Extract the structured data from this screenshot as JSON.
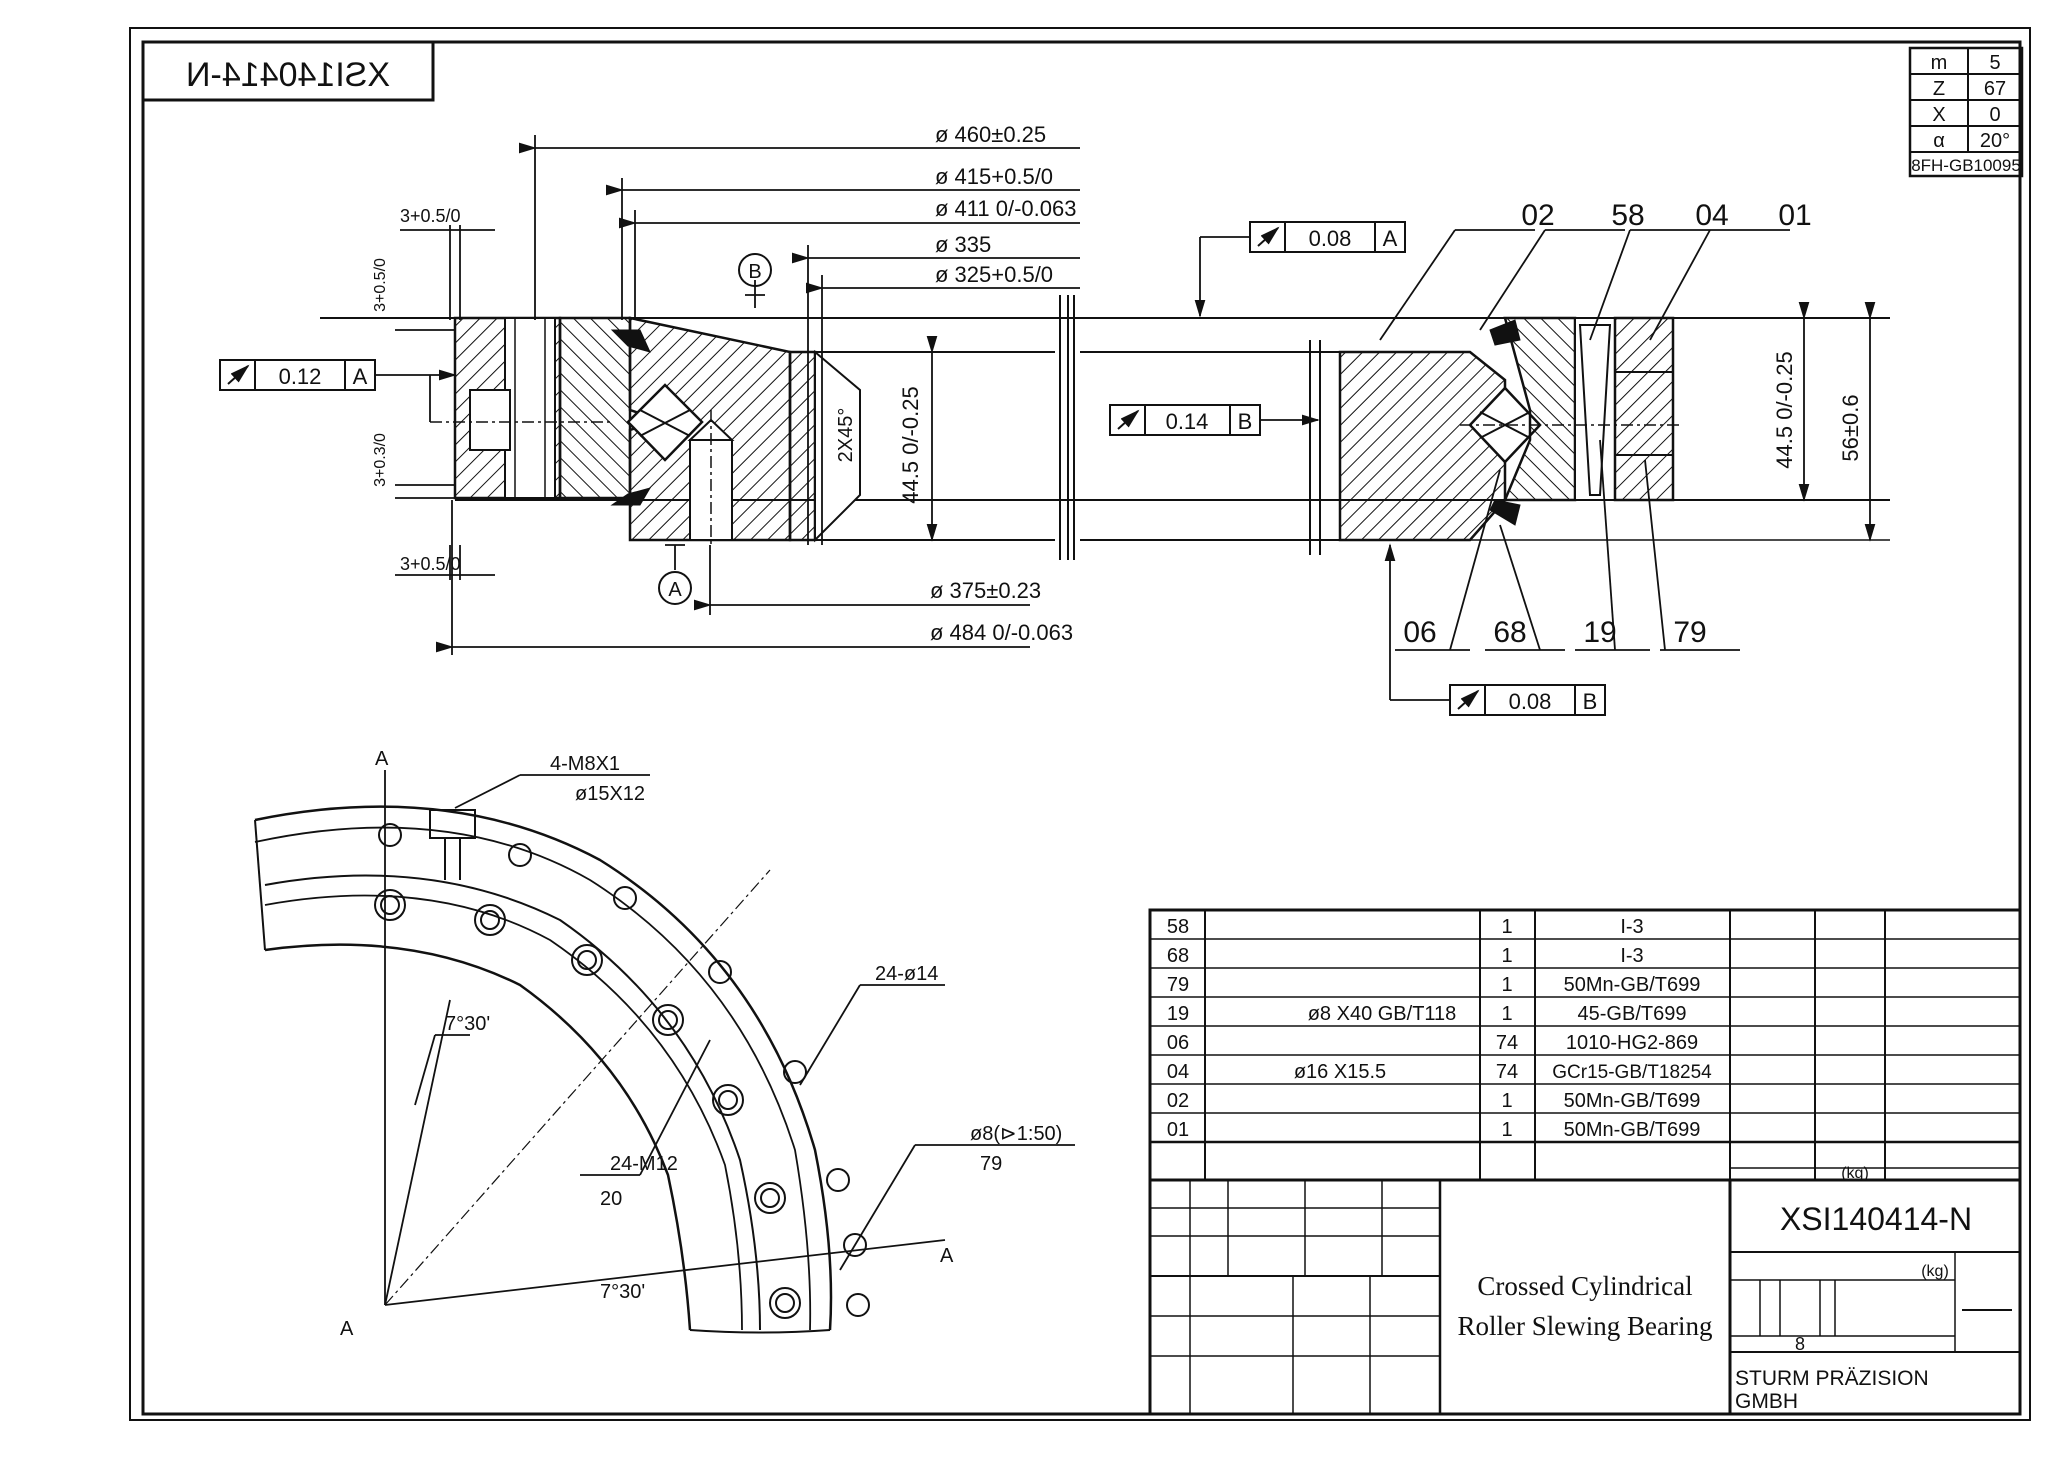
{
  "title_block_top": "XSI140414-N",
  "gear_table": [
    {
      "key": "m",
      "value": "5"
    },
    {
      "key": "Z",
      "value": "67"
    },
    {
      "key": "X",
      "value": "0"
    },
    {
      "key": "α",
      "value": "20°"
    }
  ],
  "gear_standard": "8FH-GB10095",
  "dimensions": {
    "d460": "ø 460±0.25",
    "d415": "ø 415+0.5/0",
    "d411": "ø 411 0/-0.063",
    "d335": "ø 335",
    "d325": "ø 325+0.5/0",
    "d375": "ø 375±0.23",
    "d484": "ø 484 0/-0.063",
    "h445a": "44.5 0/-0.25",
    "h445b": "44.5 0/-0.25",
    "h56": "56±0.6",
    "chamfer": "2X45°",
    "gap_top": "3+0.5/0",
    "gap_left1": "3+0.5/0",
    "gap_left2": "3+0.3/0",
    "gap_bottom": "3+0.5/0"
  },
  "tolerances": {
    "runout_a_left": {
      "value": "0.12",
      "ref": "A"
    },
    "runout_a_top": {
      "value": "0.08",
      "ref": "A"
    },
    "runout_b_mid": {
      "value": "0.14",
      "ref": "B"
    },
    "runout_b_bottom": {
      "value": "0.08",
      "ref": "B"
    }
  },
  "datums": {
    "a": "A",
    "b": "B"
  },
  "part_callouts_top": [
    "02",
    "58",
    "04",
    "01"
  ],
  "part_callouts_bottom": [
    "06",
    "68",
    "19",
    "79"
  ],
  "plan_view": {
    "section_mark": "A",
    "tapped_holes": "4-M8X1",
    "counterbore": "ø15X12",
    "through_holes": "24-ø14",
    "threaded_holes": "24-M12",
    "threaded_depth": "20",
    "pin": "ø8(⊳1:50)",
    "pin_part": "79",
    "angle_1": "7°30'",
    "angle_2": "7°30'"
  },
  "parts_list": [
    {
      "no": "58",
      "desc": "",
      "qty": "1",
      "material": "I-3"
    },
    {
      "no": "68",
      "desc": "",
      "qty": "1",
      "material": "I-3"
    },
    {
      "no": "79",
      "desc": "",
      "qty": "1",
      "material": "50Mn-GB/T699"
    },
    {
      "no": "19",
      "desc": "ø8  X40  GB/T118",
      "qty": "1",
      "material": "45-GB/T699"
    },
    {
      "no": "06",
      "desc": "",
      "qty": "74",
      "material": "1010-HG2-869"
    },
    {
      "no": "04",
      "desc": "ø16  X15.5",
      "qty": "74",
      "material": "GCr15-GB/T18254"
    },
    {
      "no": "02",
      "desc": "",
      "qty": "1",
      "material": "50Mn-GB/T699"
    },
    {
      "no": "01",
      "desc": "",
      "qty": "1",
      "material": "50Mn-GB/T699"
    }
  ],
  "title_block": {
    "unit_kg_1": "(kg)",
    "unit_kg_2": "(kg)",
    "part_number": "XSI140414-N",
    "name_line1": "Crossed Cylindrical",
    "name_line2": "Roller Slewing Bearing",
    "sheet_no": "8",
    "company_line1": "STURM PRÄZISION",
    "company_line2": "GMBH"
  }
}
